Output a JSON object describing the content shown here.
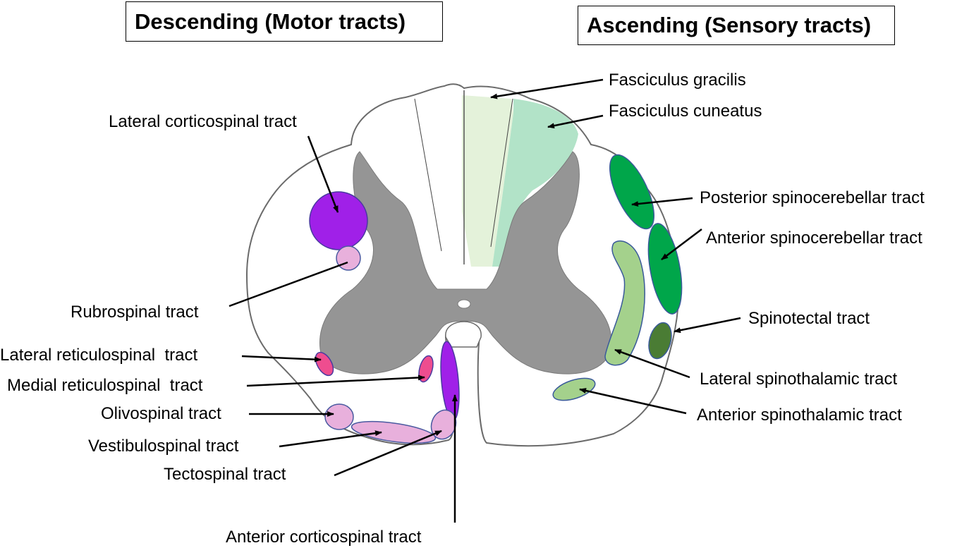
{
  "headers": {
    "descending": "Descending (Motor tracts)",
    "ascending": "Ascending (Sensory tracts)"
  },
  "labels": {
    "fasciculus_gracilis": "Fasciculus gracilis",
    "fasciculus_cuneatus": "Fasciculus cuneatus",
    "lateral_corticospinal": "Lateral corticospinal tract",
    "posterior_spinocerebellar": "Posterior spinocerebellar tract",
    "anterior_spinocerebellar": "Anterior spinocerebellar tract",
    "rubrospinal": "Rubrospinal tract",
    "spinotectal": "Spinotectal tract",
    "lateral_reticulospinal": "Lateral reticulospinal  tract",
    "medial_reticulospinal": "Medial reticulospinal  tract",
    "lateral_spinothalamic": "Lateral spinothalamic tract",
    "olivospinal": "Olivospinal tract",
    "anterior_spinothalamic": "Anterior spinothalamic tract",
    "vestibulospinal": "Vestibulospinal tract",
    "tectospinal": "Tectospinal tract",
    "anterior_corticospinal": "Anterior corticospinal tract"
  },
  "colors": {
    "purple": "#a020e8",
    "light_pink": "#e8b0dc",
    "hot_pink": "#ee4d8f",
    "green": "#00a64a",
    "dark_green": "#4a7c34",
    "light_green": "#a4d18c",
    "mint": "#b2e3c8",
    "pale_green": "#e4f2da",
    "gray_matter": "#959595"
  }
}
